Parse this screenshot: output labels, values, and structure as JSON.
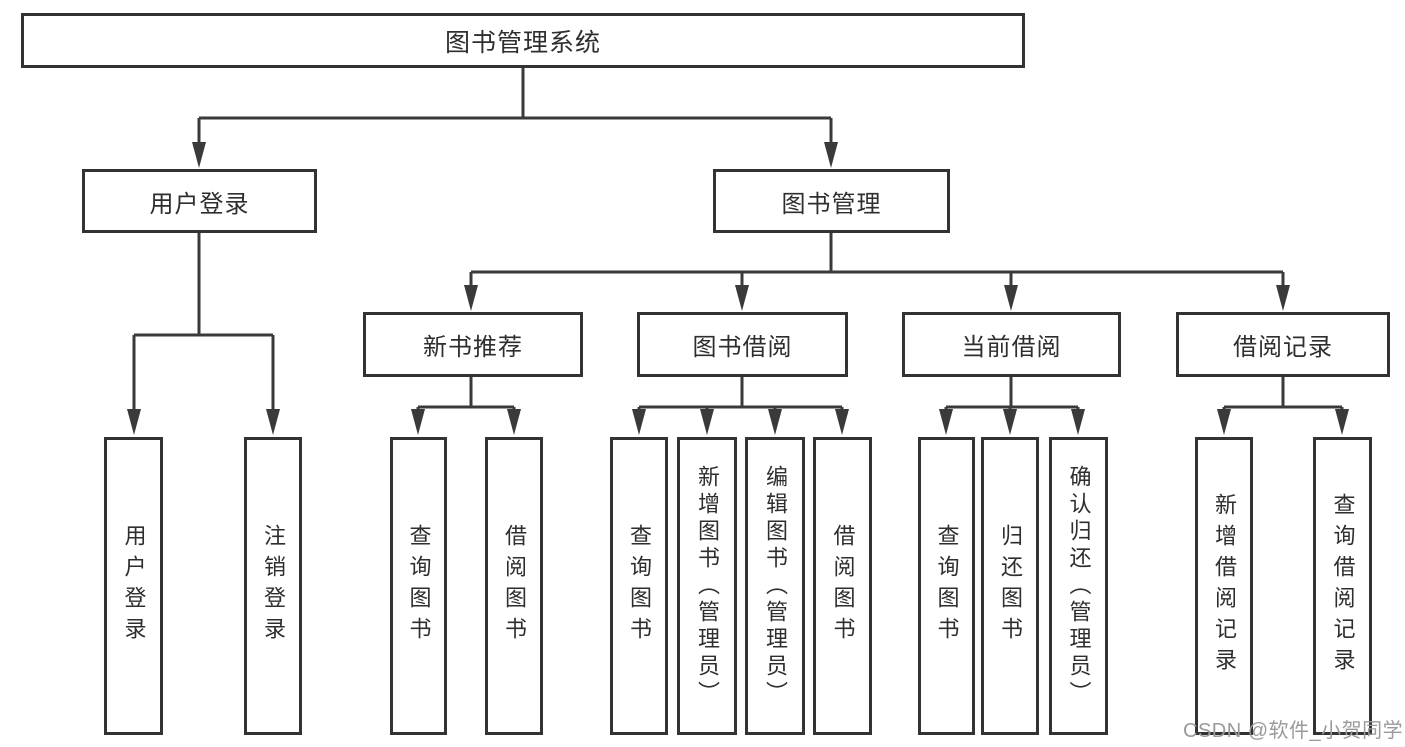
{
  "colors": {
    "line": "#3a3a3a",
    "border": "#333333",
    "text": "#2e2e2e",
    "watermark": "#9a9a9a",
    "background": "#ffffff"
  },
  "watermark": "CSDN @软件_小贺同学",
  "nodes": {
    "root": "图书管理系统",
    "user_login": "用户登录",
    "book_mgmt": "图书管理",
    "new_book": "新书推荐",
    "book_borrow": "图书借阅",
    "current_borrow": "当前借阅",
    "borrow_record": "借阅记录",
    "leaf_user_login": "用户登录",
    "leaf_logout": "注销登录",
    "leaf_nb_query": "查询图书",
    "leaf_nb_borrow": "借阅图书",
    "leaf_bb_query": "查询图书",
    "leaf_bb_add": "新增图书（管理员）",
    "leaf_bb_edit": "编辑图书（管理员）",
    "leaf_bb_borrow": "借阅图书",
    "leaf_cb_query": "查询图书",
    "leaf_cb_return": "归还图书",
    "leaf_cb_confirm": "确认归还（管理员）",
    "leaf_br_add": "新增借阅记录",
    "leaf_br_query": "查询借阅记录"
  },
  "hierarchy": {
    "图书管理系统": [
      "用户登录",
      "图书管理"
    ],
    "用户登录": [
      "用户登录",
      "注销登录"
    ],
    "图书管理": [
      "新书推荐",
      "图书借阅",
      "当前借阅",
      "借阅记录"
    ],
    "新书推荐": [
      "查询图书",
      "借阅图书"
    ],
    "图书借阅": [
      "查询图书",
      "新增图书（管理员）",
      "编辑图书（管理员）",
      "借阅图书"
    ],
    "当前借阅": [
      "查询图书",
      "归还图书",
      "确认归还（管理员）"
    ],
    "借阅记录": [
      "新增借阅记录",
      "查询借阅记录"
    ]
  }
}
